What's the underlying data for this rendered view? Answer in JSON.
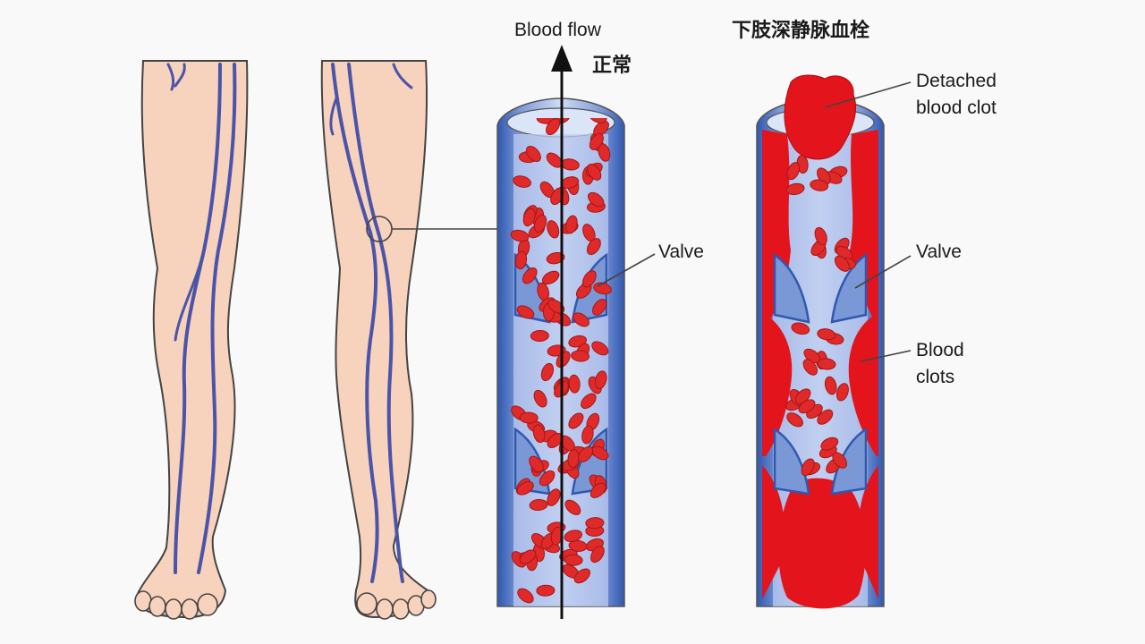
{
  "labels": {
    "blood_flow": "Blood flow",
    "normal": "正常",
    "dvt_title": "下肢深静脉血栓",
    "detached_line1": "Detached",
    "detached_line2": "blood clot",
    "valve": "Valve",
    "clots_line1": "Blood",
    "clots_line2": "clots"
  },
  "colors": {
    "skin": "#f7d2bd",
    "skin_outline": "#444444",
    "vein": "#4a54a8",
    "vessel_light": "#b9c9ee",
    "vessel_dark": "#2f58b0",
    "blood_cell": "#e02a2a",
    "clot": "#e3141c"
  }
}
